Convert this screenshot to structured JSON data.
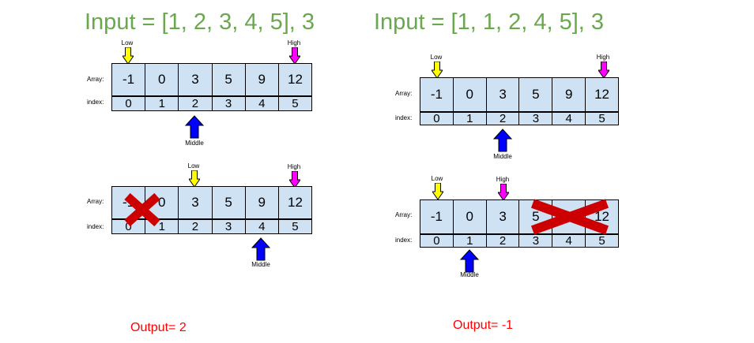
{
  "left": {
    "title": "Input = [1, 2, 3, 4, 5], 3",
    "output": "Output= 2",
    "step1": {
      "array_label": "Array:",
      "index_label": "index:",
      "values": [
        "-1",
        "0",
        "3",
        "5",
        "9",
        "12"
      ],
      "indices": [
        "0",
        "1",
        "2",
        "3",
        "4",
        "5"
      ],
      "low_label": "Low",
      "high_label": "High",
      "middle_label": "Middle"
    },
    "step2": {
      "array_label": "Array:",
      "index_label": "index:",
      "values": [
        "-1",
        "0",
        "3",
        "5",
        "9",
        "12"
      ],
      "indices": [
        "0",
        "1",
        "2",
        "3",
        "4",
        "5"
      ],
      "low_label": "Low",
      "high_label": "High",
      "middle_label": "Middle"
    }
  },
  "right": {
    "title": "Input = [1, 1, 2, 4, 5], 3",
    "output": "Output= -1",
    "step1": {
      "array_label": "Array:",
      "index_label": "index:",
      "values": [
        "-1",
        "0",
        "3",
        "5",
        "9",
        "12"
      ],
      "indices": [
        "0",
        "1",
        "2",
        "3",
        "4",
        "5"
      ],
      "low_label": "Low",
      "high_label": "High",
      "middle_label": "Middle"
    },
    "step2": {
      "array_label": "Array:",
      "index_label": "index:",
      "values": [
        "-1",
        "0",
        "3",
        "5",
        "9",
        "12"
      ],
      "indices": [
        "0",
        "1",
        "2",
        "3",
        "4",
        "5"
      ],
      "low_label": "Low",
      "high_label": "High",
      "middle_label": "Middle"
    }
  },
  "colors": {
    "title": "#6aa84f",
    "cell_fill": "#cfe2f3",
    "low_arrow": "#ffff00",
    "high_arrow": "#ff00ff",
    "middle_arrow": "#0000ff",
    "cross": "#cc0000",
    "output": "#ff0000"
  }
}
